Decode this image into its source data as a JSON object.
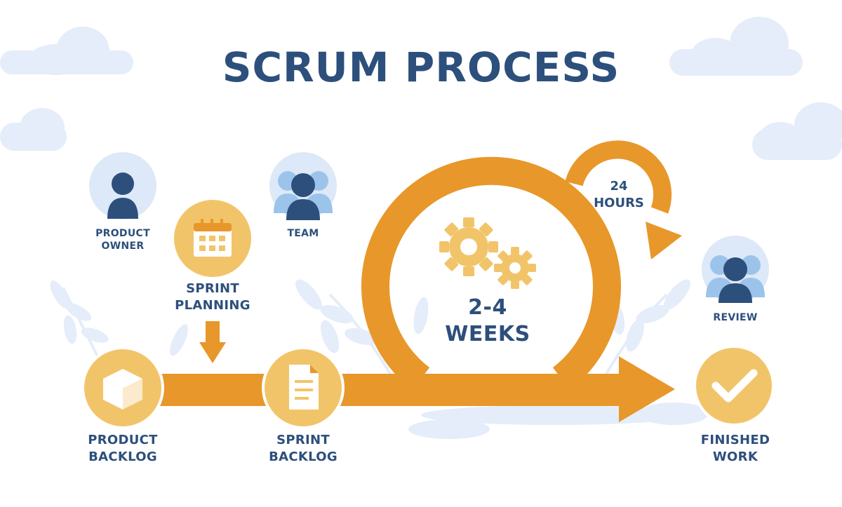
{
  "title": "SCRUM PROCESS",
  "nodes": {
    "product_owner": "PRODUCT\nOWNER",
    "team": "TEAM",
    "sprint_planning": "SPRINT\nPLANNING",
    "product_backlog": "PRODUCT\nBACKLOG",
    "sprint_backlog": "SPRINT\nBACKLOG",
    "sprint_duration": "2-4\nWEEKS",
    "daily_cycle": "24\nHOURS",
    "review": "REVIEW",
    "finished_work": "FINISHED\nWORK"
  },
  "colors": {
    "orange": "#e8972a",
    "light_orange": "#f2c46a",
    "navy": "#2d4f7c",
    "light_blue": "#dde8f8",
    "person_light": "#9cc4ea",
    "leaf": "#e4edf9",
    "white": "#ffffff"
  },
  "icons": {
    "product_owner": "person-icon",
    "team": "team-icon",
    "review": "team-icon",
    "sprint_planning": "calendar-icon",
    "product_backlog": "cube-icon",
    "sprint_backlog": "document-icon",
    "cycle": "gears-icon",
    "finished_work": "checkmark-icon"
  }
}
